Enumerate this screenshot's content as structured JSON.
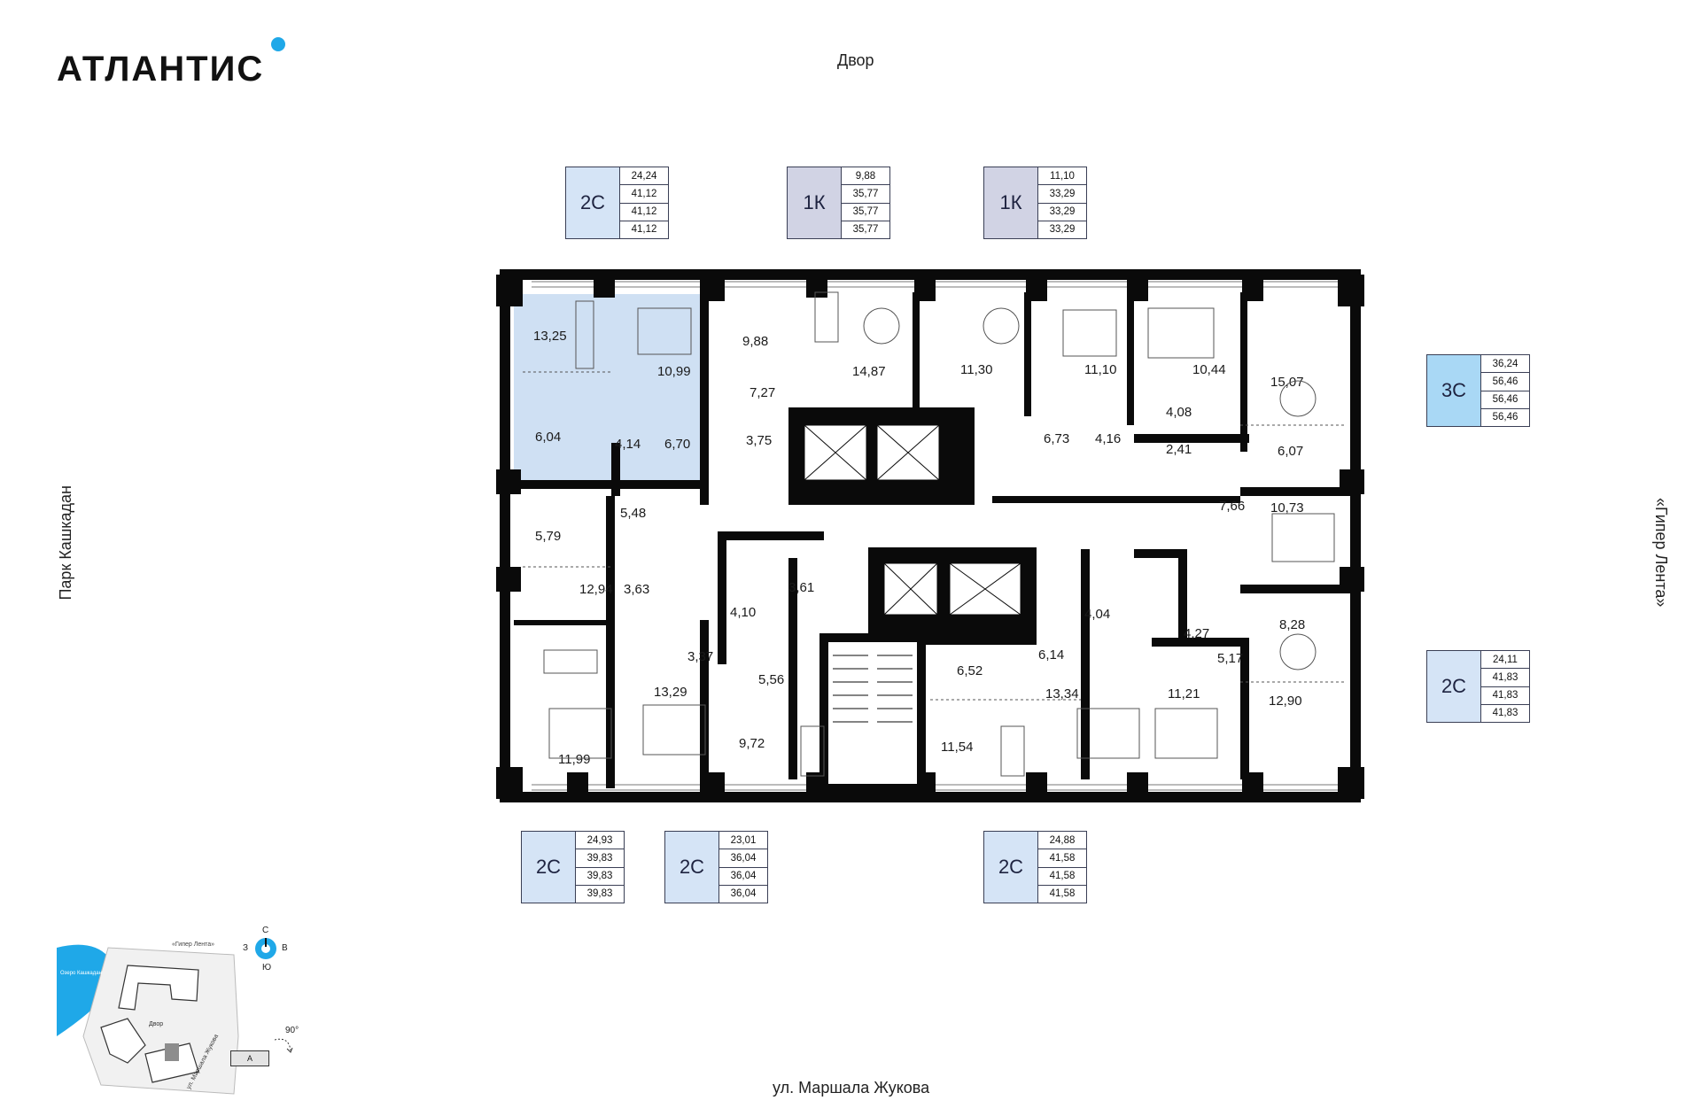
{
  "brand": {
    "logo_text": "АТЛАНТИС",
    "accent_color": "#1fa8e8"
  },
  "orientation": {
    "top": "Двор",
    "bottom": "ул. Маршала Жукова",
    "left": "Парк Кашкадан",
    "right": "«Гипер Лента»"
  },
  "colors": {
    "two_room": "#d5e4f6",
    "one_room": "#d1d3e4",
    "three_room": "#a9d8f5",
    "highlight_apartment": "#cfe0f3",
    "wall": "#0a0a0a"
  },
  "apartments": [
    {
      "type": "2С",
      "areas": [
        "24,24",
        "41,12",
        "41,12",
        "41,12"
      ],
      "color": "#d5e4f6"
    },
    {
      "type": "1К",
      "areas": [
        "9,88",
        "35,77",
        "35,77",
        "35,77"
      ],
      "color": "#d1d3e4"
    },
    {
      "type": "1К",
      "areas": [
        "11,10",
        "33,29",
        "33,29",
        "33,29"
      ],
      "color": "#d1d3e4"
    },
    {
      "type": "3С",
      "areas": [
        "36,24",
        "56,46",
        "56,46",
        "56,46"
      ],
      "color": "#a9d8f5"
    },
    {
      "type": "2С",
      "areas": [
        "24,11",
        "41,83",
        "41,83",
        "41,83"
      ],
      "color": "#d5e4f6"
    },
    {
      "type": "2С",
      "areas": [
        "24,93",
        "39,83",
        "39,83",
        "39,83"
      ],
      "color": "#d5e4f6"
    },
    {
      "type": "2С",
      "areas": [
        "23,01",
        "36,04",
        "36,04",
        "36,04"
      ],
      "color": "#d5e4f6"
    },
    {
      "type": "2С",
      "areas": [
        "24,88",
        "41,58",
        "41,58",
        "41,58"
      ],
      "color": "#d5e4f6"
    }
  ],
  "rooms": [
    "13,25",
    "10,99",
    "9,88",
    "14,87",
    "11,30",
    "11,10",
    "10,44",
    "15,07",
    "6,04",
    "4,14",
    "6,70",
    "7,27",
    "3,75",
    "6,73",
    "4,16",
    "4,08",
    "2,41",
    "6,07",
    "5,48",
    "5,79",
    "12,94",
    "3,63",
    "4,10",
    "3,61",
    "7,66",
    "10,73",
    "4,04",
    "4,27",
    "8,28",
    "3,37",
    "5,56",
    "6,52",
    "6,14",
    "5,17",
    "13,29",
    "13,34",
    "11,21",
    "12,90",
    "9,72",
    "11,54",
    "11,99"
  ],
  "sitemap": {
    "labels": [
      "«Гипер Лента»",
      "Озеро Кашкадан",
      "Двор",
      "ул. Маршала Жукова"
    ],
    "section": "А",
    "rotation": "90°"
  },
  "compass": {
    "n": "С",
    "s": "Ю",
    "w": "З",
    "e": "В"
  }
}
